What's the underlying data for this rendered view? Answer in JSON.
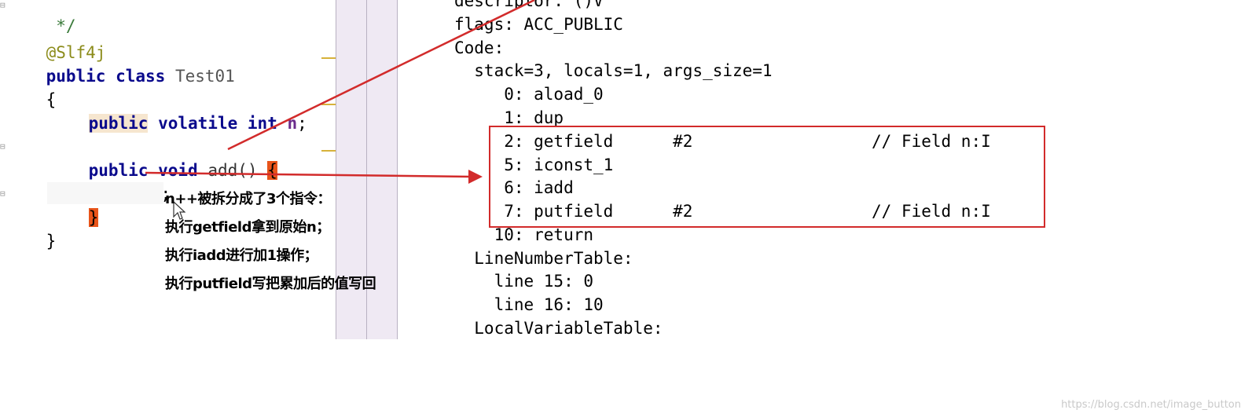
{
  "editor": {
    "comment_end": " */",
    "annotation": "@Slf4j",
    "class_keywords": "public class",
    "class_name": "Test01",
    "open_brace": "{",
    "field_kw1": "public",
    "field_kw2": "volatile",
    "field_kw3": "int",
    "field_name": "n",
    "field_semicolon": ";",
    "method_kw1": "public",
    "method_kw2": "void",
    "method_name": "add()",
    "method_brace": "{",
    "stmt_var": "n",
    "stmt_rest": "++;",
    "method_close": "}",
    "class_close": "}"
  },
  "bytecode": {
    "lines": [
      "descriptor: ()V",
      "flags: ACC_PUBLIC",
      "Code:",
      "  stack=3, locals=1, args_size=1",
      "     0: aload_0",
      "     1: dup",
      "     2: getfield      #2                  // Field n:I",
      "     5: iconst_1",
      "     6: iadd",
      "     7: putfield      #2                  // Field n:I",
      "    10: return",
      "  LineNumberTable:",
      "    line 15: 0",
      "    line 16: 10",
      "  LocalVariableTable:"
    ]
  },
  "note": {
    "lines": [
      "n++被拆分成了3个指令：",
      "执行getfield拿到原始n；",
      "执行iadd进行加1操作；",
      "执行putfield写把累加后的值写回"
    ]
  },
  "watermark": "https://blog.csdn.net/image_button",
  "colors": {
    "annotation_red": "#d22b2b",
    "brace_highlight": "#e8541a",
    "keyword": "#0a0a8c",
    "gutter_mark": "#d7b23a"
  }
}
